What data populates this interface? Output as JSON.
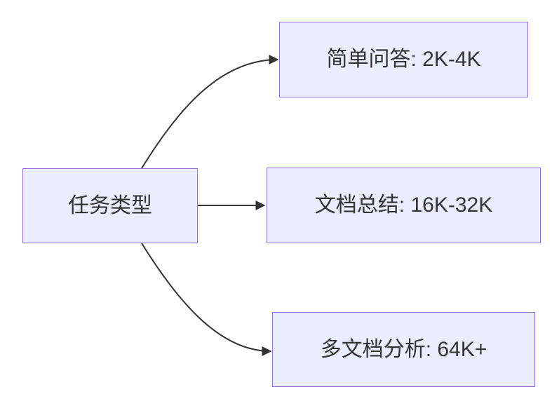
{
  "diagram": {
    "type": "flowchart",
    "direction": "LR",
    "root": {
      "label": "任务类型"
    },
    "branches": [
      {
        "label": "简单问答: 2K-4K"
      },
      {
        "label": "文档总结: 16K-32K"
      },
      {
        "label": "多文档分析: 64K+"
      }
    ],
    "edges": [
      {
        "from": "任务类型",
        "to": "简单问答: 2K-4K"
      },
      {
        "from": "任务类型",
        "to": "文档总结: 16K-32K"
      },
      {
        "from": "任务类型",
        "to": "多文档分析: 64K+"
      }
    ],
    "colors": {
      "node_fill": "#ECECFF",
      "node_border": "#9370DB",
      "edge": "#333333",
      "text": "#333333",
      "background": "#FFFFFF"
    }
  }
}
